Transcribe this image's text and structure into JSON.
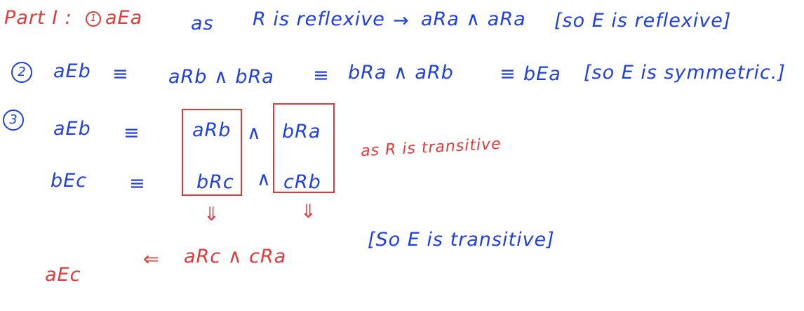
{
  "line1": {
    "part_label": "Part I :",
    "item_number": "1",
    "reflexive_expr": "aEa",
    "as_text": "as",
    "reason": "R is reflexive",
    "arrow": "→",
    "conclusion": "aRa ∧ aRa",
    "bracket_note": "[so E is reflexive]"
  },
  "line2": {
    "item_number": "2",
    "lhs": "aEb",
    "equiv1": "≡",
    "expr1": "aRb ∧ bRa",
    "equiv2": "≡",
    "expr2": "bRa ∧ aRb",
    "equiv3": "≡",
    "rhs": "bEa",
    "bracket_note": "[so E is symmetric.]"
  },
  "line3": {
    "item_number": "3",
    "row1_lhs": "aEb",
    "row1_equiv": "≡",
    "row1_left": "aRb",
    "row1_and": "∧",
    "row1_right": "bRa",
    "row2_lhs": "bEc",
    "row2_equiv": "≡",
    "row2_left": "bRc",
    "row2_and": "∧",
    "row2_right": "cRb",
    "side_note": "as R is transitive",
    "down_arrow_left": "⇓",
    "down_arrow_right": "⇓",
    "result_arrow": "⇐",
    "result_expr": "aRc ∧ cRa",
    "result_lhs": "aEc",
    "bracket_note": "[So E is transitive]"
  },
  "colors": {
    "ink_blue": "#1f3fe0",
    "ink_red": "#e03a3a",
    "background": "#ffffff"
  }
}
